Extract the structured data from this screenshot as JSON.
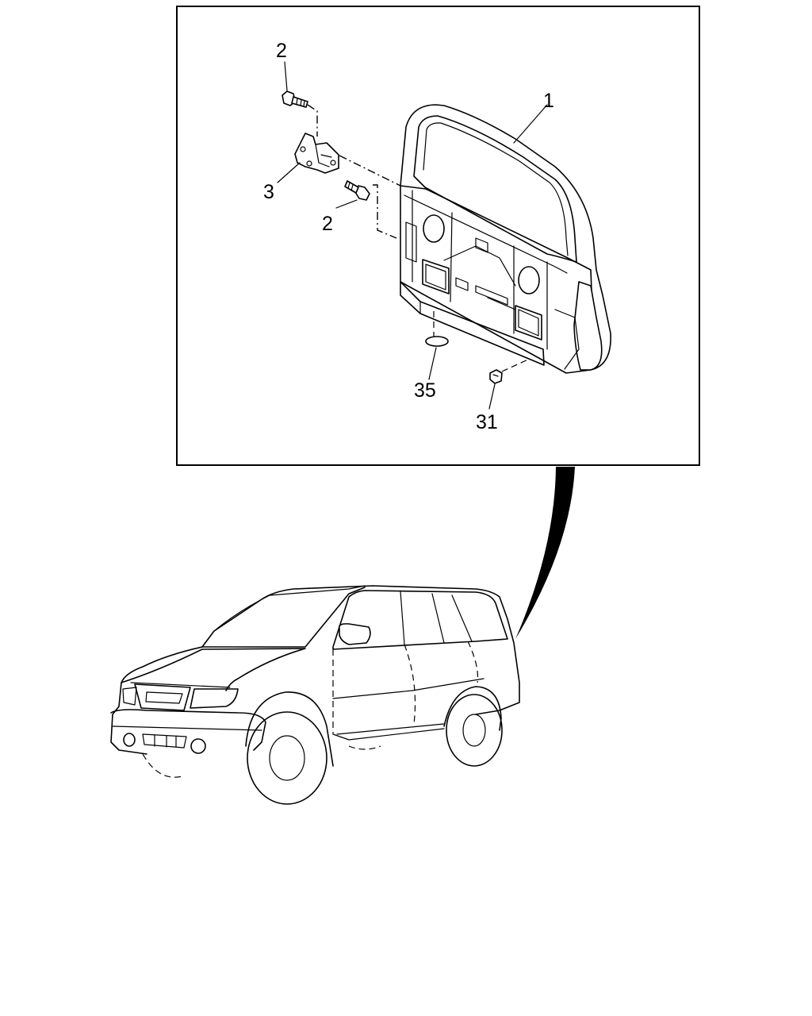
{
  "callouts": [
    {
      "id": "1",
      "text": "1"
    },
    {
      "id": "2a",
      "text": "2"
    },
    {
      "id": "2b",
      "text": "2"
    },
    {
      "id": "3",
      "text": "3"
    },
    {
      "id": "31",
      "text": "31"
    },
    {
      "id": "35",
      "text": "35"
    }
  ],
  "colors": {
    "line": "#000000",
    "background": "#ffffff"
  }
}
